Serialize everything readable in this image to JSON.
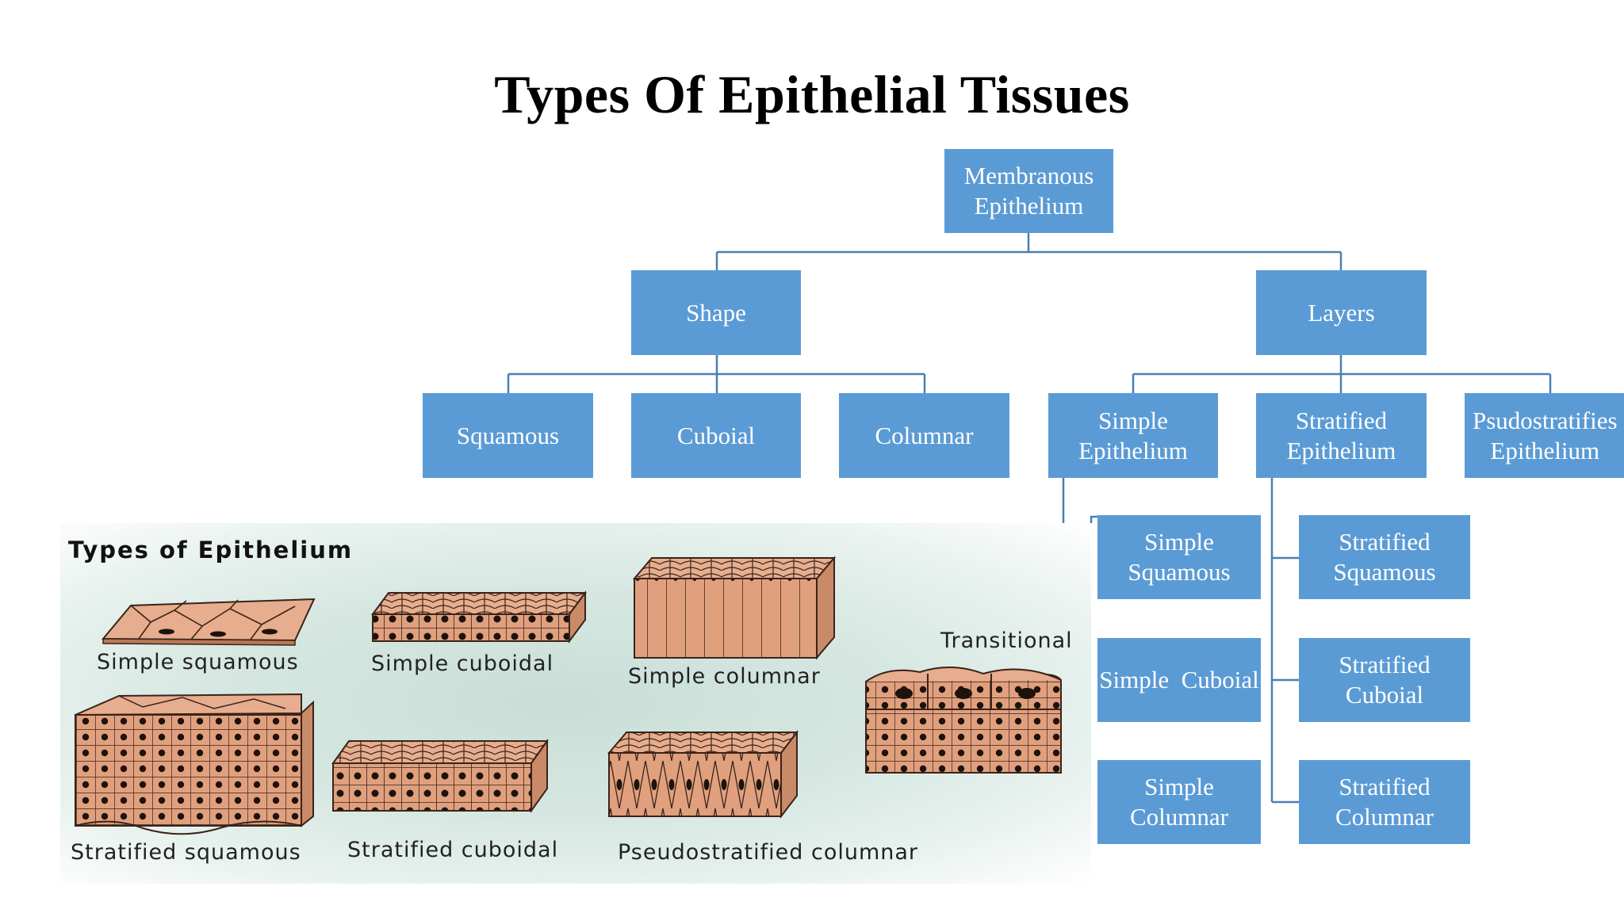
{
  "title": "Types Of Epithelial Tissues",
  "flowchart": {
    "root": "Membranous\nEpithelium",
    "shape": {
      "label": "Shape",
      "children": [
        "Squamous",
        "Cuboial",
        "Columnar"
      ]
    },
    "layers": {
      "label": "Layers",
      "children": [
        "Simple\nEpithelium",
        "Stratified\nEpithelium",
        "Psudostratifies\nEpithelium"
      ]
    },
    "simple_children": [
      "Simple\nSquamous",
      "Simple  Cuboial",
      "Simple\nColumnar"
    ],
    "stratified_children": [
      "Stratified\nSquamous",
      "Stratified\nCuboial",
      "Stratified\nColumnar"
    ]
  },
  "illustration": {
    "title": "Types of Epithelium",
    "labels": {
      "simple_squamous": "Simple squamous",
      "simple_cuboidal": "Simple cuboidal",
      "simple_columnar": "Simple columnar",
      "transitional": "Transitional",
      "stratified_squamous": "Stratified squamous",
      "stratified_cuboidal": "Stratified cuboidal",
      "pseudostratified_columnar": "Pseudostratified columnar"
    }
  },
  "colors": {
    "box": "#5b9bd5",
    "connector": "#4a7fb5",
    "cell": "#e0a07e",
    "cell_outline": "#3a2318",
    "nucleus": "#1e120c"
  }
}
